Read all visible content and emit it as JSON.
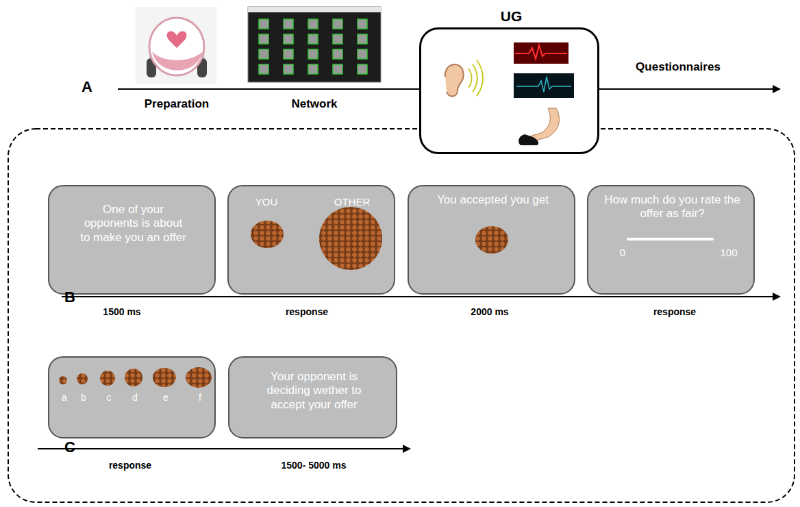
{
  "diagram": {
    "nodes": [
      {
        "text": [
          "UG"
        ]
      },
      {
        "text": [
          "One of your opponents is about to make you an offer"
        ]
      },
      {
        "text": [
          "YOU",
          "OTHER"
        ]
      },
      {
        "text": [
          "You accepted you get"
        ]
      },
      {
        "text": [
          "How much do you rate the offer as fair?",
          "0",
          "100"
        ]
      },
      {
        "text": [
          "a",
          "b",
          "c",
          "d",
          "e",
          "f"
        ]
      },
      {
        "text": [
          "Your opponent is deciding wether to accept your offer"
        ]
      }
    ],
    "labels": [
      "A",
      "Preparation",
      "Network",
      "Questionnaires",
      "B",
      "1500 ms",
      "response",
      "2000 ms",
      "response",
      "C",
      "response",
      "1500- 5000 ms"
    ]
  }
}
